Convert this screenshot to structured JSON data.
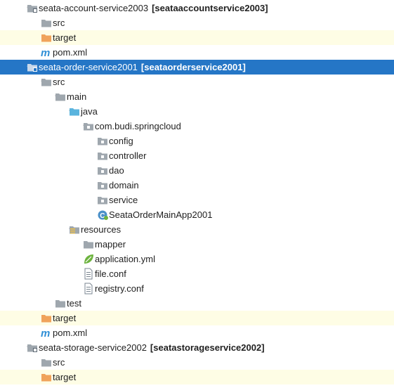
{
  "tree": [
    {
      "depth": 0,
      "arrow": "down",
      "icon": "module",
      "label": "seata-account-service2003",
      "module": "[seataaccountservice2003]"
    },
    {
      "depth": 1,
      "arrow": "right",
      "icon": "folder-gray",
      "label": "src"
    },
    {
      "depth": 1,
      "arrow": "right",
      "icon": "folder-orange",
      "label": "target",
      "highlight": "yellow"
    },
    {
      "depth": 1,
      "arrow": "none",
      "icon": "maven",
      "label": "pom.xml"
    },
    {
      "depth": 0,
      "arrow": "down",
      "icon": "module",
      "label": "seata-order-service2001",
      "module": "[seataorderservice2001]",
      "highlight": "selected"
    },
    {
      "depth": 1,
      "arrow": "down",
      "icon": "folder-gray",
      "label": "src"
    },
    {
      "depth": 2,
      "arrow": "down",
      "icon": "folder-gray",
      "label": "main"
    },
    {
      "depth": 3,
      "arrow": "down",
      "icon": "folder-blue",
      "label": "java"
    },
    {
      "depth": 4,
      "arrow": "down",
      "icon": "package",
      "label": "com.budi.springcloud"
    },
    {
      "depth": 5,
      "arrow": "right",
      "icon": "package",
      "label": "config"
    },
    {
      "depth": 5,
      "arrow": "right",
      "icon": "package",
      "label": "controller"
    },
    {
      "depth": 5,
      "arrow": "right",
      "icon": "package",
      "label": "dao"
    },
    {
      "depth": 5,
      "arrow": "right",
      "icon": "package",
      "label": "domain"
    },
    {
      "depth": 5,
      "arrow": "right",
      "icon": "package",
      "label": "service"
    },
    {
      "depth": 5,
      "arrow": "none",
      "icon": "spring-class",
      "label": "SeataOrderMainApp2001"
    },
    {
      "depth": 3,
      "arrow": "down",
      "icon": "resources",
      "label": "resources"
    },
    {
      "depth": 4,
      "arrow": "right",
      "icon": "folder-gray",
      "label": "mapper"
    },
    {
      "depth": 4,
      "arrow": "none",
      "icon": "spring-yml",
      "label": "application.yml"
    },
    {
      "depth": 4,
      "arrow": "none",
      "icon": "file",
      "label": "file.conf"
    },
    {
      "depth": 4,
      "arrow": "none",
      "icon": "file",
      "label": "registry.conf"
    },
    {
      "depth": 2,
      "arrow": "right",
      "icon": "folder-gray",
      "label": "test"
    },
    {
      "depth": 1,
      "arrow": "right",
      "icon": "folder-orange",
      "label": "target",
      "highlight": "yellow"
    },
    {
      "depth": 1,
      "arrow": "none",
      "icon": "maven",
      "label": "pom.xml"
    },
    {
      "depth": 0,
      "arrow": "down",
      "icon": "module",
      "label": "seata-storage-service2002",
      "module": "[seatastorageservice2002]"
    },
    {
      "depth": 1,
      "arrow": "right",
      "icon": "folder-gray",
      "label": "src"
    },
    {
      "depth": 1,
      "arrow": "right",
      "icon": "folder-orange",
      "label": "target",
      "highlight": "yellow"
    }
  ],
  "colors": {
    "selection": "#2576c6",
    "excluded_bg": "#fefde5",
    "folder": "#9fa7ae",
    "folder_orange": "#f0a35b",
    "folder_blue": "#5ab4de",
    "maven": "#2f8fd6",
    "spring": "#6db33f"
  }
}
